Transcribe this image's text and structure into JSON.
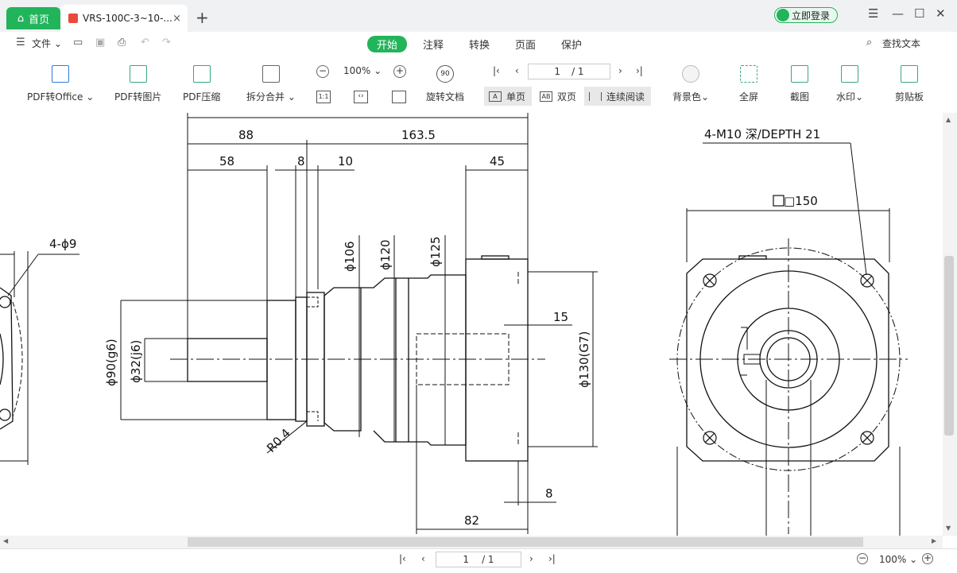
{
  "titlebar": {
    "home_tab": "首页",
    "doc_tab": "VRS-100C-3~10-...",
    "close": "×",
    "new_tab": "+",
    "login": "立即登录",
    "menu_icon": "☰",
    "minimize": "—",
    "maximize": "☐",
    "close_window": "✕"
  },
  "menubar": {
    "file": "文件",
    "tabs": [
      "开始",
      "注释",
      "转换",
      "页面",
      "保护"
    ],
    "search": "查找文本"
  },
  "toolbar": {
    "pdf_office": "PDF转Office",
    "pdf_image": "PDF转图片",
    "pdf_compress": "PDF压缩",
    "split_merge": "拆分合并",
    "zoom": "100%",
    "actual_size": "1:1",
    "rotate": "旋转文档",
    "rotate_badge": "90",
    "page_current": "1",
    "page_total": "/ 1",
    "single_page": "单页",
    "double_page": "双页",
    "continuous": "连续阅读",
    "background": "背景色",
    "fullscreen": "全屏",
    "screenshot": "截图",
    "watermark": "水印",
    "clipboard": "剪贴板"
  },
  "drawing": {
    "dims": {
      "d88": "88",
      "d163": "163.5",
      "d58": "58",
      "d8a": "8",
      "d10": "10",
      "d45": "45",
      "d4phi9": "4-ϕ9",
      "phi106": "ϕ106",
      "phi120": "ϕ120",
      "phi125": "ϕ125",
      "d15": "15",
      "phi90": "ϕ90(g6)",
      "phi32": "ϕ32(j6)",
      "phi130": "ϕ130(G7)",
      "r04": "R0.4",
      "d8b": "8",
      "d82": "82",
      "m10": "4-M10  深/DEPTH  21",
      "sq150": "□150"
    }
  },
  "statusbar": {
    "page_current": "1",
    "page_total": "/ 1",
    "zoom": "100%"
  },
  "colors": {
    "accent": "#21b45b"
  }
}
